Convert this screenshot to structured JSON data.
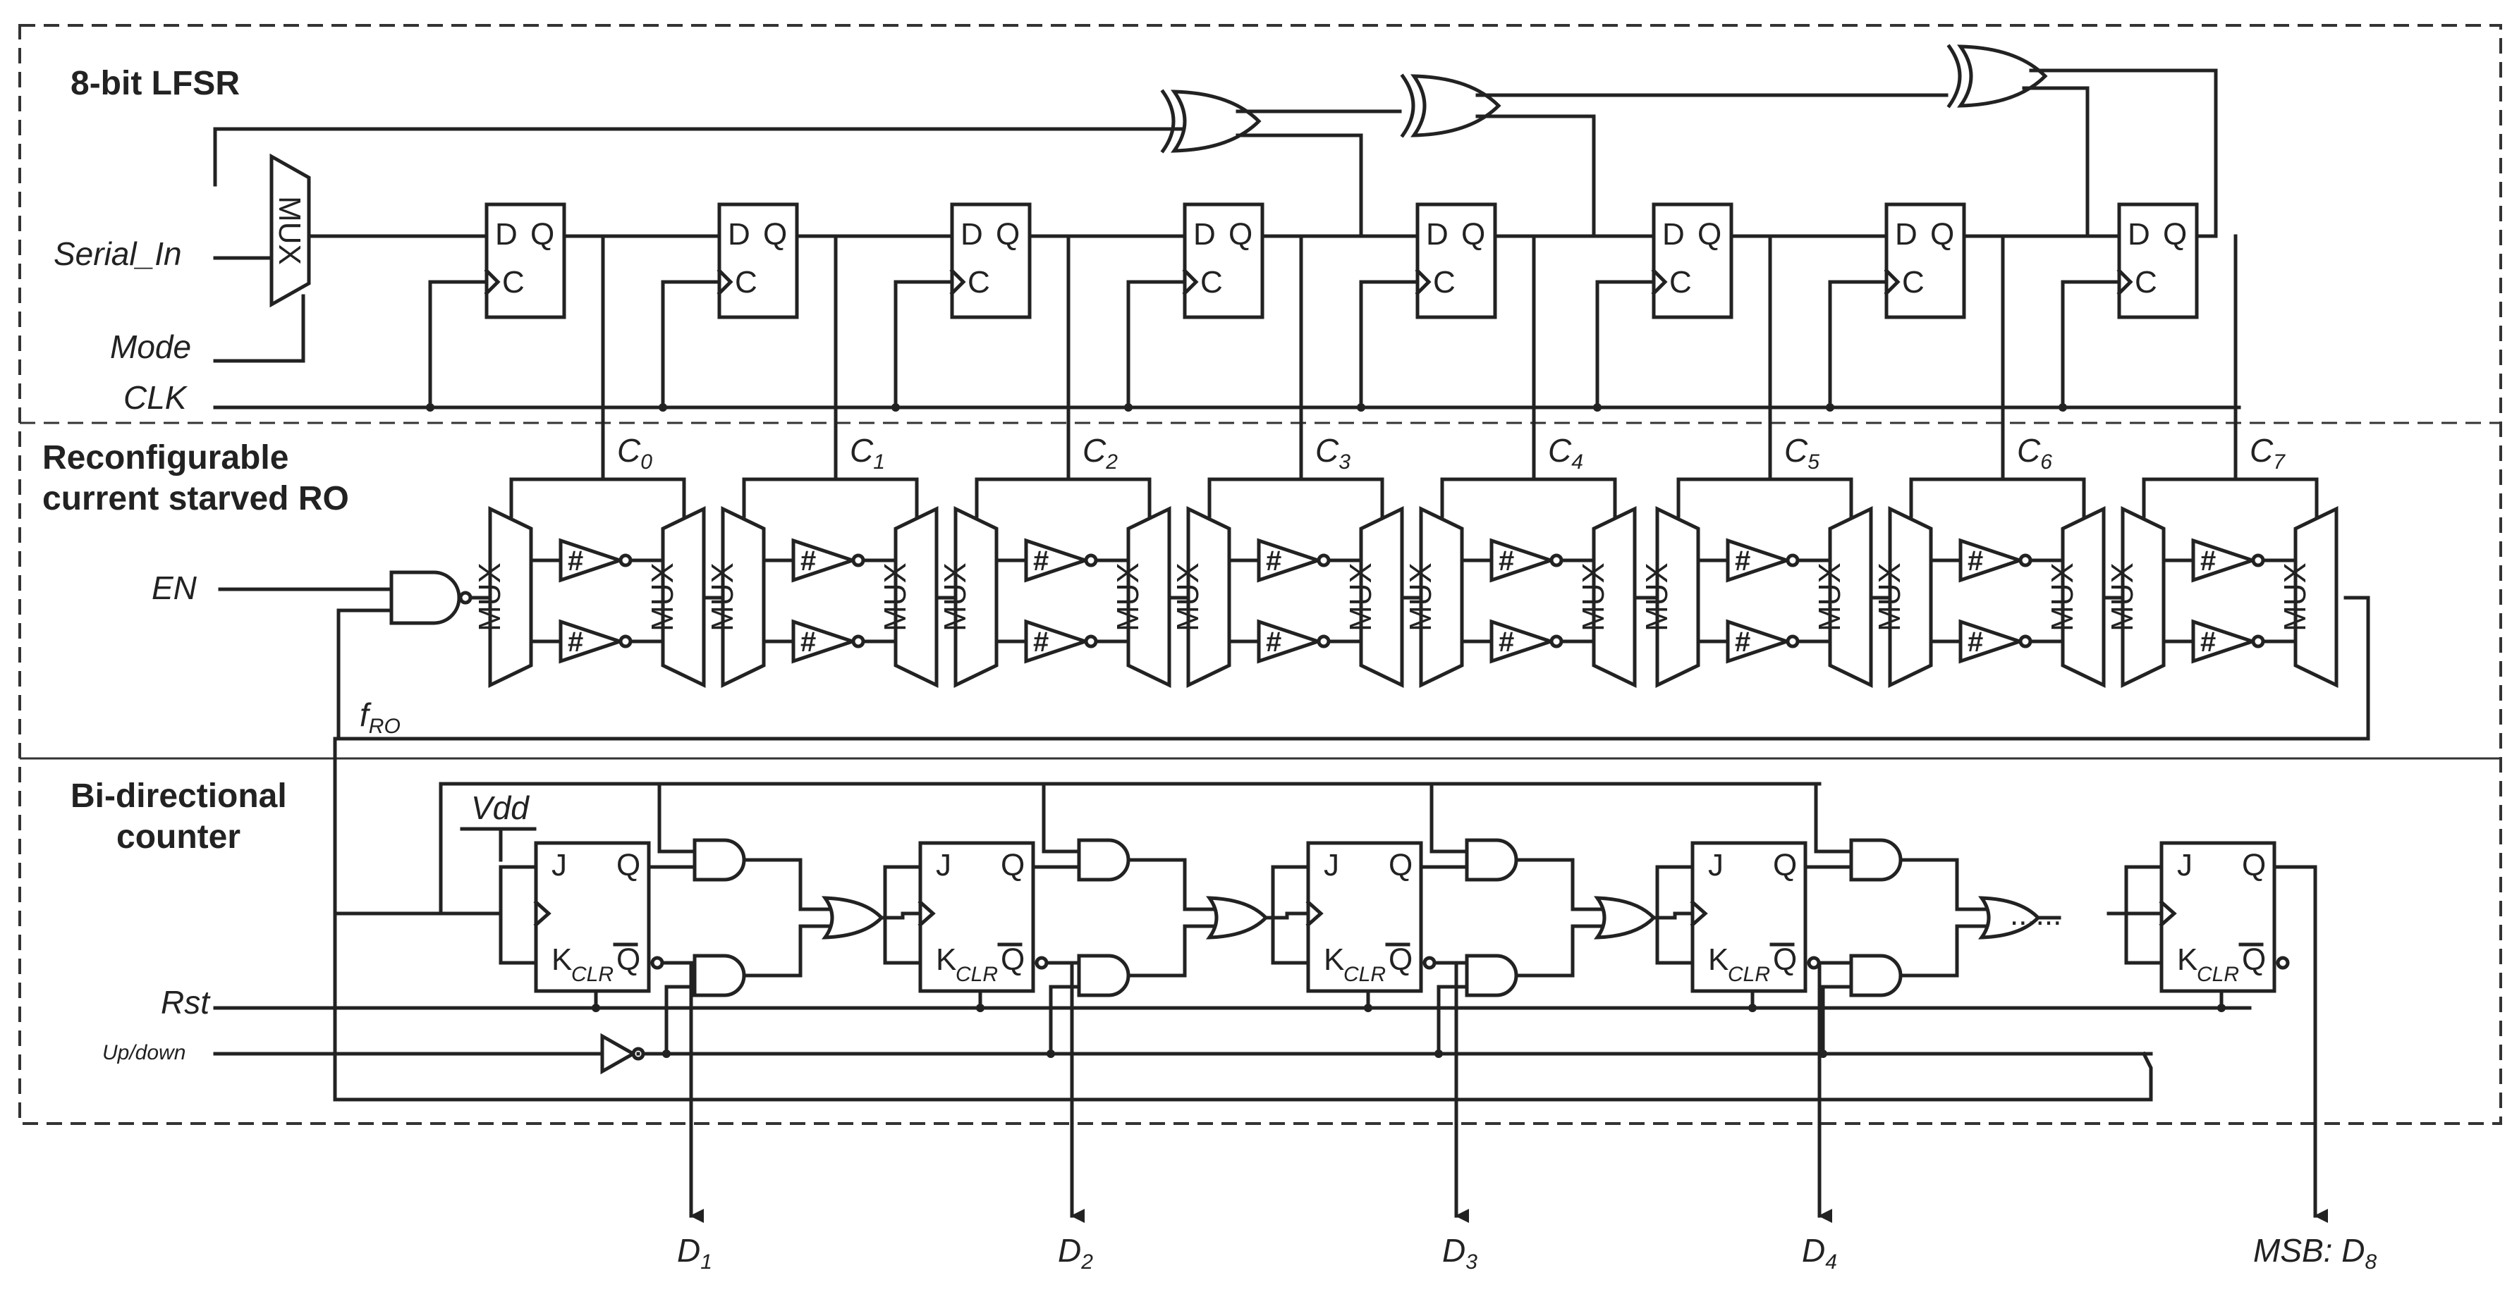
{
  "sections": {
    "lfsr": "8-bit LFSR",
    "ro_line1": "Reconfigurable",
    "ro_line2": "current starved RO",
    "counter_line1": "Bi-directional",
    "counter_line2": "counter"
  },
  "signals": {
    "serial_in": "Serial_In",
    "mode": "Mode",
    "clk": "CLK",
    "en": "EN",
    "f_ro_main": "f",
    "f_ro_sub": "RO",
    "vdd": "Vdd",
    "rst": "Rst",
    "up_down": "Up/down"
  },
  "lfsr_mux_label": "MUX",
  "ro_mux_label": "MUX",
  "inverter_mark": "#",
  "dff_pins": {
    "d": "D",
    "q": "Q",
    "c": "C"
  },
  "jk_pins": {
    "j": "J",
    "q": "Q",
    "k": "K",
    "clr": "CLR",
    "qbar": "Q"
  },
  "control_bits": [
    {
      "main": "C",
      "sub": "0"
    },
    {
      "main": "C",
      "sub": "1"
    },
    {
      "main": "C",
      "sub": "2"
    },
    {
      "main": "C",
      "sub": "3"
    },
    {
      "main": "C",
      "sub": "4"
    },
    {
      "main": "C",
      "sub": "5"
    },
    {
      "main": "C",
      "sub": "6"
    },
    {
      "main": "C",
      "sub": "7"
    }
  ],
  "outputs": [
    {
      "prefix": "",
      "main": "D",
      "sub": "1"
    },
    {
      "prefix": "",
      "main": "D",
      "sub": "2"
    },
    {
      "prefix": "",
      "main": "D",
      "sub": "3"
    },
    {
      "prefix": "",
      "main": "D",
      "sub": "4"
    },
    {
      "prefix": "MSB: ",
      "main": "D",
      "sub": "8"
    }
  ],
  "ellipsis": "......"
}
